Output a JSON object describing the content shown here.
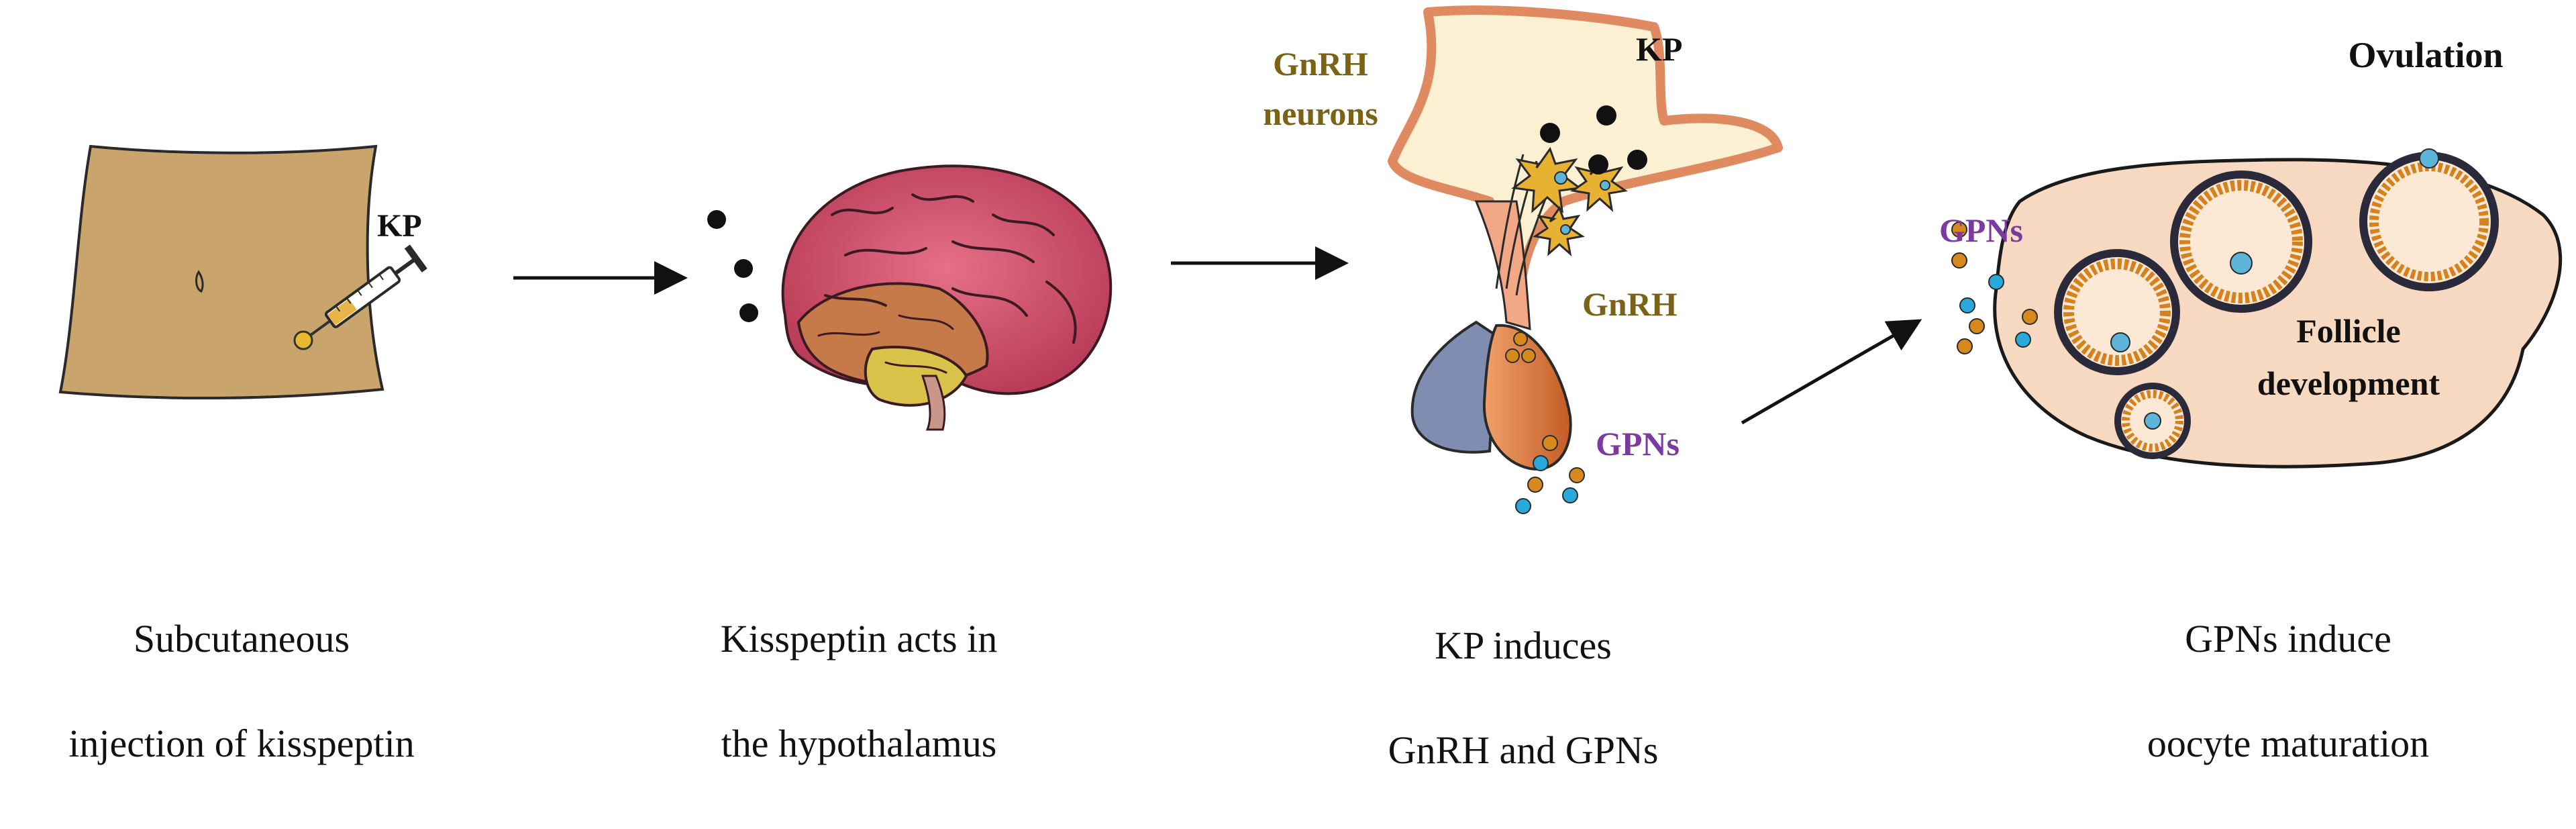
{
  "panels": [
    {
      "caption_line1": "Subcutaneous",
      "caption_line2": "injection of kisspeptin",
      "labels": {
        "kp": "KP"
      }
    },
    {
      "caption_line1": "Kisspeptin acts in",
      "caption_line2": "the hypothalamus"
    },
    {
      "caption_line1": "KP induces",
      "caption_line2": "GnRH and GPNs",
      "labels": {
        "gnrh_neurons_line1": "GnRH",
        "gnrh_neurons_line2": "neurons",
        "kp": "KP",
        "gnrh": "GnRH",
        "gpns": "GPNs"
      }
    },
    {
      "caption_line1": "GPNs induce",
      "caption_line2": "oocyte maturation",
      "labels": {
        "ovulation": "Ovulation",
        "gpns": "GPNs",
        "follicle_line1": "Follicle",
        "follicle_line2": "development"
      }
    }
  ],
  "colors": {
    "gnrh_label": "#7a6216",
    "gpns_label": "#7a3aa2",
    "kp_dot": "#111111",
    "gpn_orange": "#d68a1e",
    "gpn_blue": "#29a8dc"
  }
}
